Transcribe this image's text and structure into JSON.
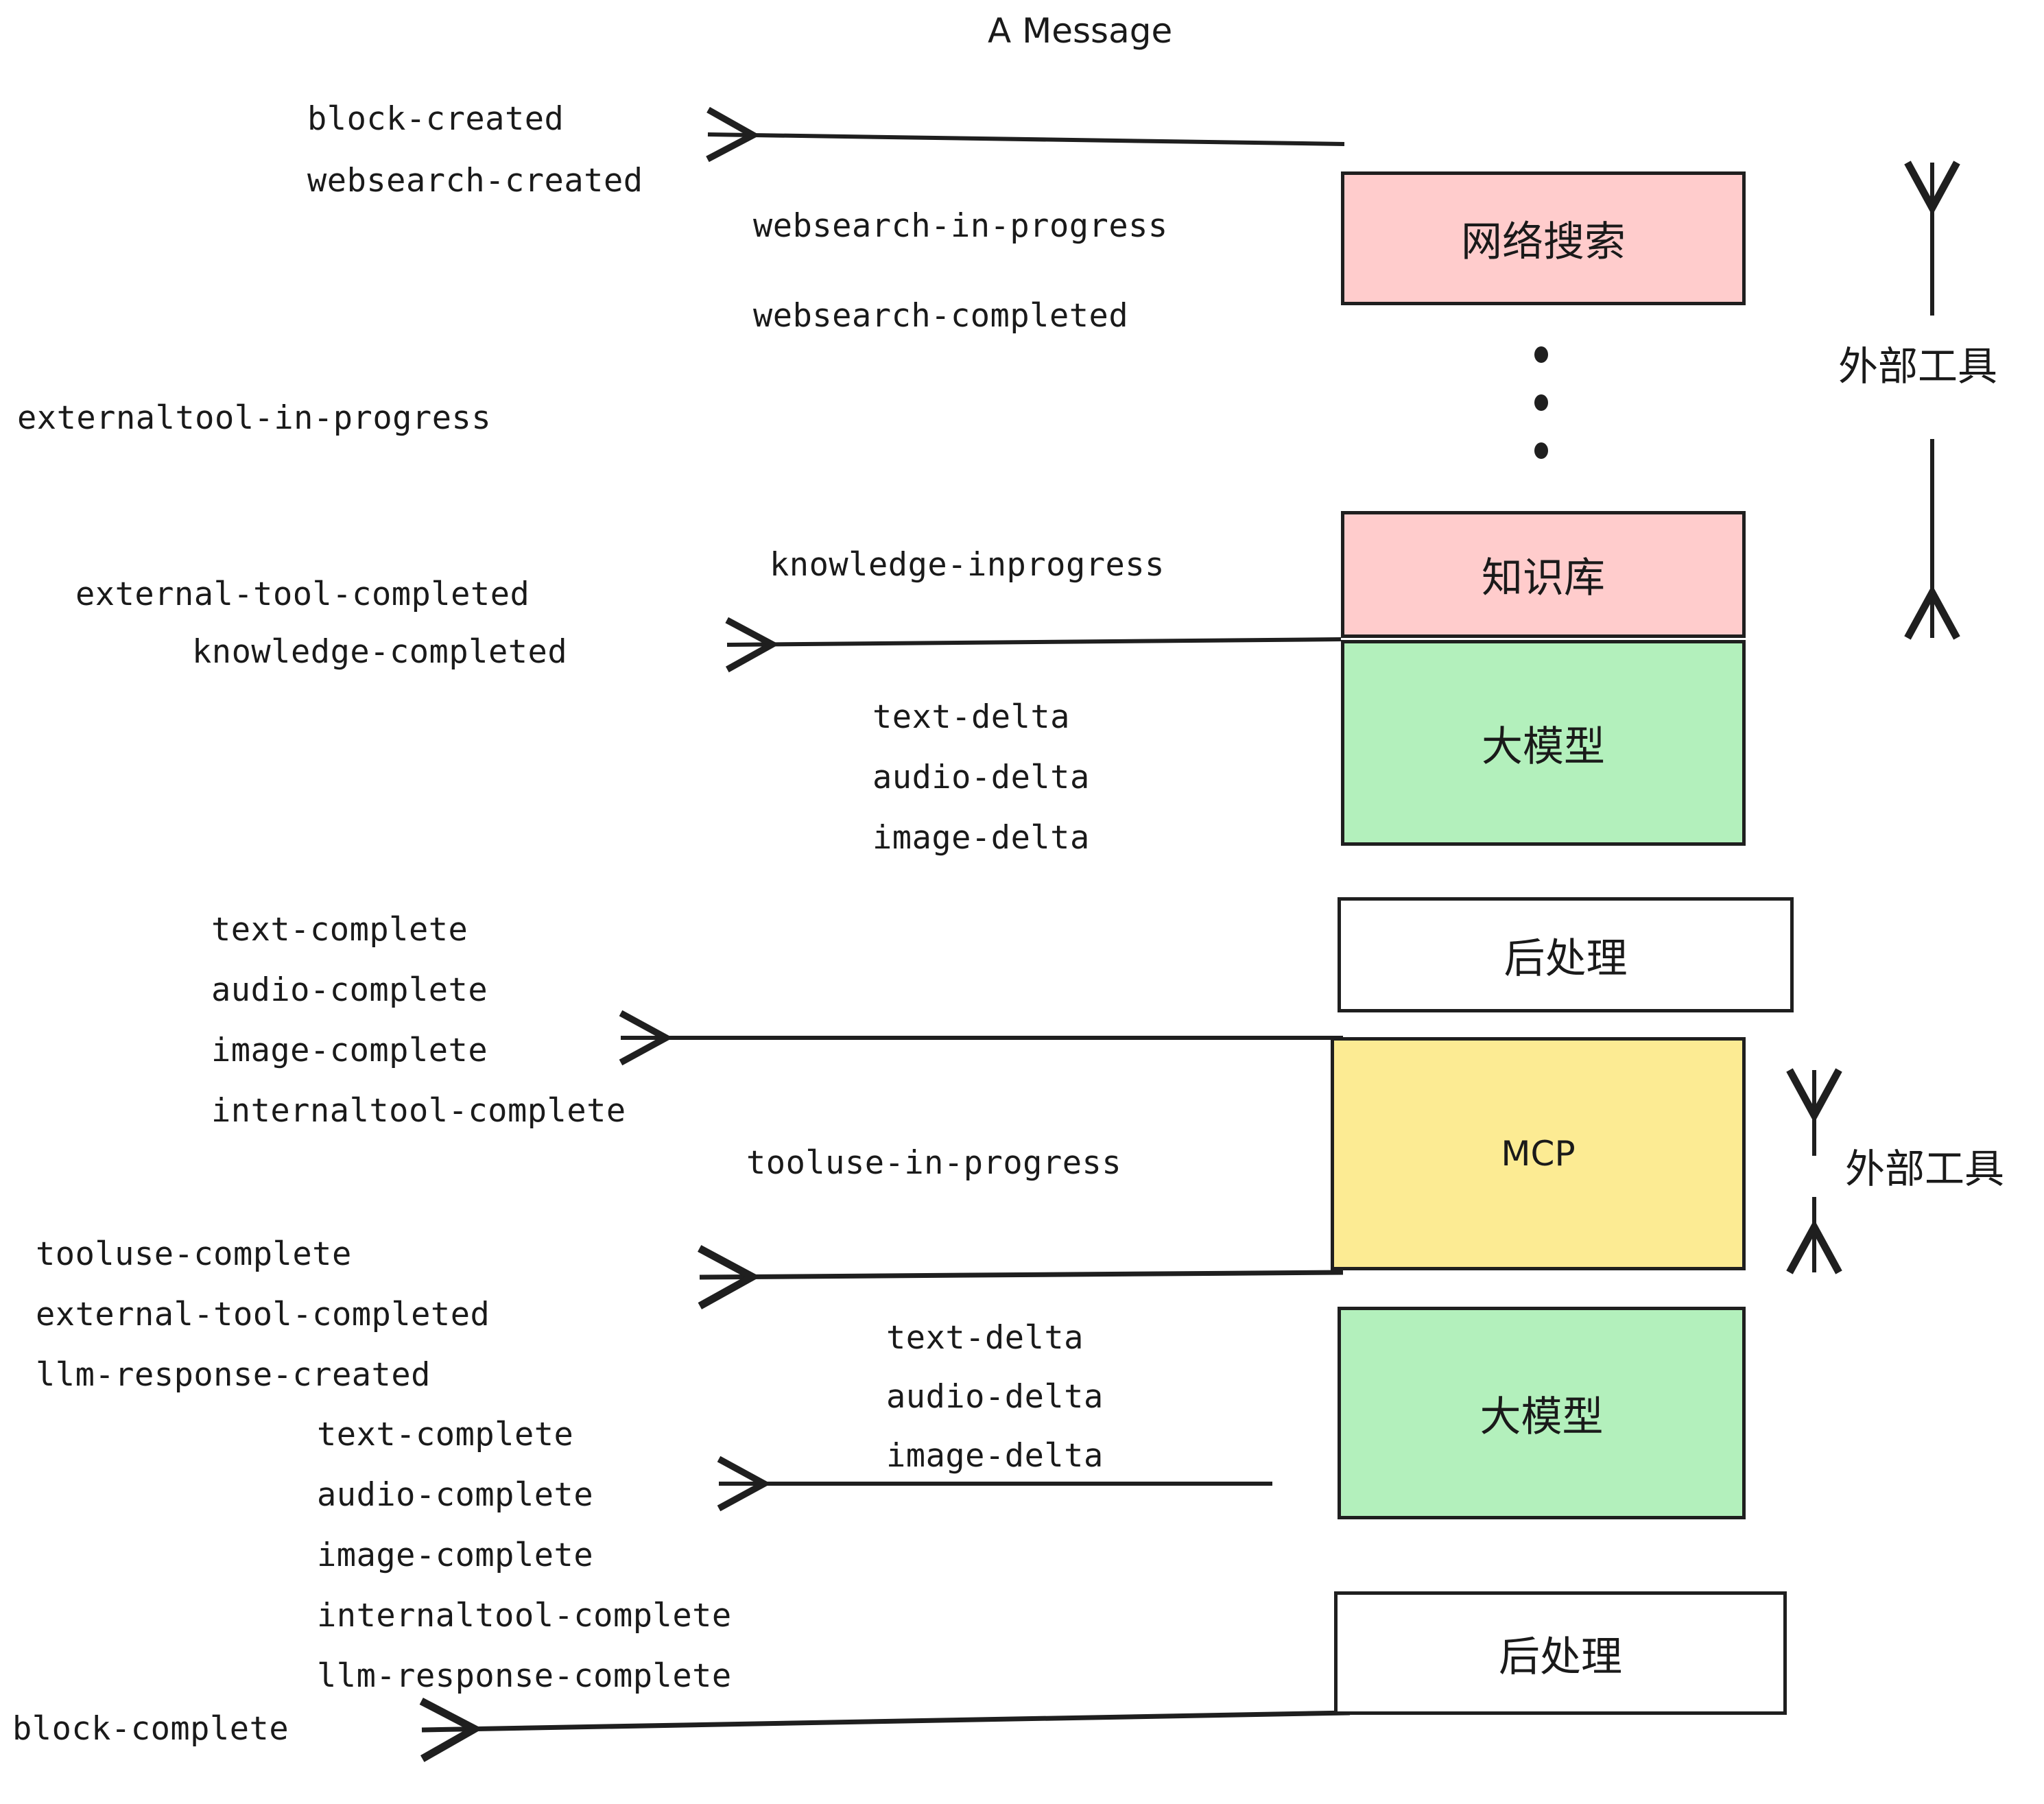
{
  "title": "A Message",
  "colors": {
    "pink": "#FFCCCC",
    "green": "#B3F0BC",
    "yellow": "#FCEB93",
    "white": "#FFFFFF",
    "stroke": "#1F1F1F",
    "text": "#1A1A1A"
  },
  "boxes": [
    {
      "id": "websearch",
      "label": "网络搜索",
      "fill": "pink"
    },
    {
      "id": "knowledge",
      "label": "知识库",
      "fill": "pink"
    },
    {
      "id": "llm-top",
      "label": "大模型",
      "fill": "green"
    },
    {
      "id": "postprocess-top",
      "label": "后处理",
      "fill": "white"
    },
    {
      "id": "mcp",
      "label": "MCP",
      "fill": "yellow"
    },
    {
      "id": "llm-bottom",
      "label": "大模型",
      "fill": "green"
    },
    {
      "id": "postprocess-bottom",
      "label": "后处理",
      "fill": "white"
    }
  ],
  "side_labels": {
    "external_tools_top": "外部工具",
    "external_tools_bottom": "外部工具"
  },
  "events": {
    "block_created": "block-created",
    "websearch_created": "websearch-created",
    "websearch_in_progress": "websearch-in-progress",
    "websearch_completed": "websearch-completed",
    "externaltool_in_progress": "externaltool-in-progress",
    "knowledge_inprogress": "knowledge-inprogress",
    "external_tool_completed_1": "external-tool-completed",
    "knowledge_completed": "knowledge-completed",
    "text_delta_1": "text-delta",
    "audio_delta_1": "audio-delta",
    "image_delta_1": "image-delta",
    "text_complete_1": "text-complete",
    "audio_complete_1": "audio-complete",
    "image_complete_1": "image-complete",
    "internaltool_complete_1": "internaltool-complete",
    "tooluse_in_progress": "tooluse-in-progress",
    "tooluse_complete": "tooluse-complete",
    "external_tool_completed_2": "external-tool-completed",
    "llm_response_created": "llm-response-created",
    "text_delta_2": "text-delta",
    "audio_delta_2": "audio-delta",
    "image_delta_2": "image-delta",
    "text_complete_2": "text-complete",
    "audio_complete_2": "audio-complete",
    "image_complete_2": "image-complete",
    "internaltool_complete_2": "internaltool-complete",
    "llm_response_complete": "llm-response-complete",
    "block_complete": "block-complete"
  }
}
